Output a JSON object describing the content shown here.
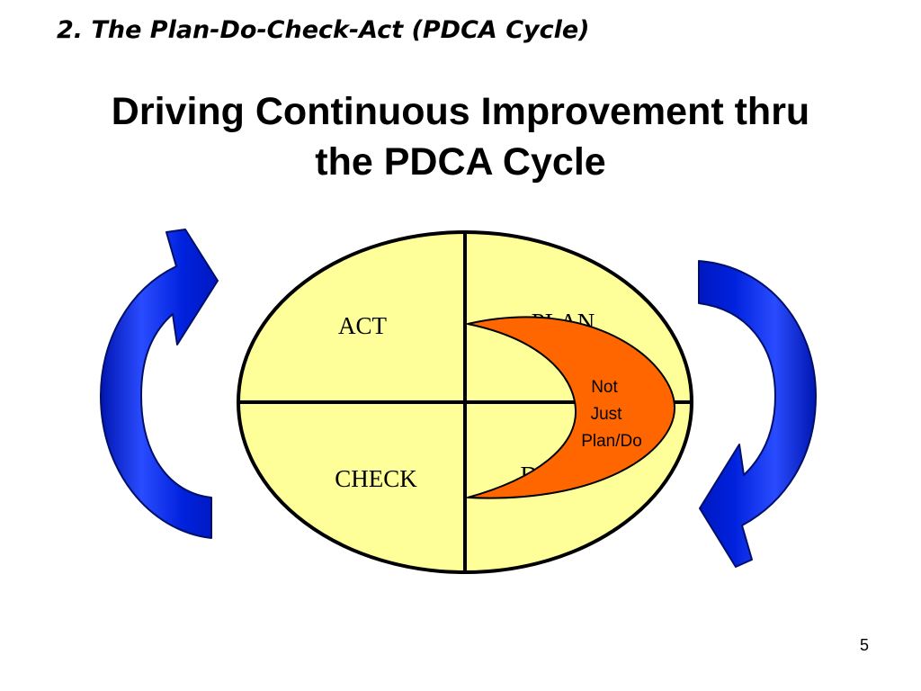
{
  "slide": {
    "heading": "2.  The Plan-Do-Check-Act (PDCA Cycle)",
    "title_line1": "Driving Continuous Improvement thru",
    "title_line2": "the PDCA Cycle",
    "page_number": "5"
  },
  "diagram": {
    "quadrants": {
      "act": "ACT",
      "plan": "PLAN",
      "check": "CHECK",
      "do": "DO"
    },
    "callout": {
      "line1": "Not",
      "line2": "Just",
      "line3": "Plan/Do"
    },
    "colors": {
      "ellipse_fill": "#ffff99",
      "callout_fill": "#ff6600",
      "arrow_fill": "#0022dd",
      "outline": "#000000"
    }
  }
}
